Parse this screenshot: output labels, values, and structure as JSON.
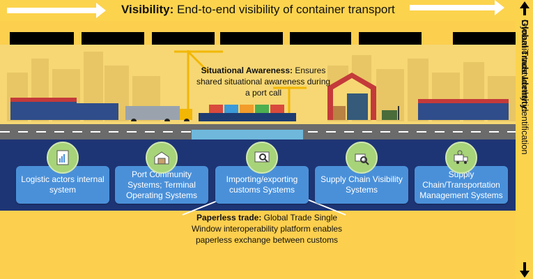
{
  "header": {
    "visibility_bold": "Visibility:",
    "visibility_text": " End-to-end visibility of container transport"
  },
  "side_label": {
    "bold": "Global Trade Identity:",
    "text": " Dynamic trustworthy identification"
  },
  "situational": {
    "bold": "Situational Awareness:",
    "text": " Ensures shared situational awareness during a port call"
  },
  "systems": [
    {
      "label": "Logistic actors internal system",
      "icon": "document-chart-icon"
    },
    {
      "label": "Port Community Systems; Terminal Operating Systems",
      "icon": "warehouse-icon"
    },
    {
      "label": "Importing/exporting customs Systems",
      "icon": "customs-inspection-icon"
    },
    {
      "label": "Supply Chain Visibility Systems",
      "icon": "search-truck-icon"
    },
    {
      "label": "Supply Chain/Transportation Management Systems",
      "icon": "delivery-truck-icon"
    }
  ],
  "paperless": {
    "bold": "Paperless trade:",
    "text": " Global Trade Single Window interoperability platform enables  paperless exchange between customs"
  },
  "colors": {
    "background": "#fccf4e",
    "navy_band": "#1e3575",
    "system_box": "#4a90d9",
    "icon_circle": "#a7d379"
  }
}
